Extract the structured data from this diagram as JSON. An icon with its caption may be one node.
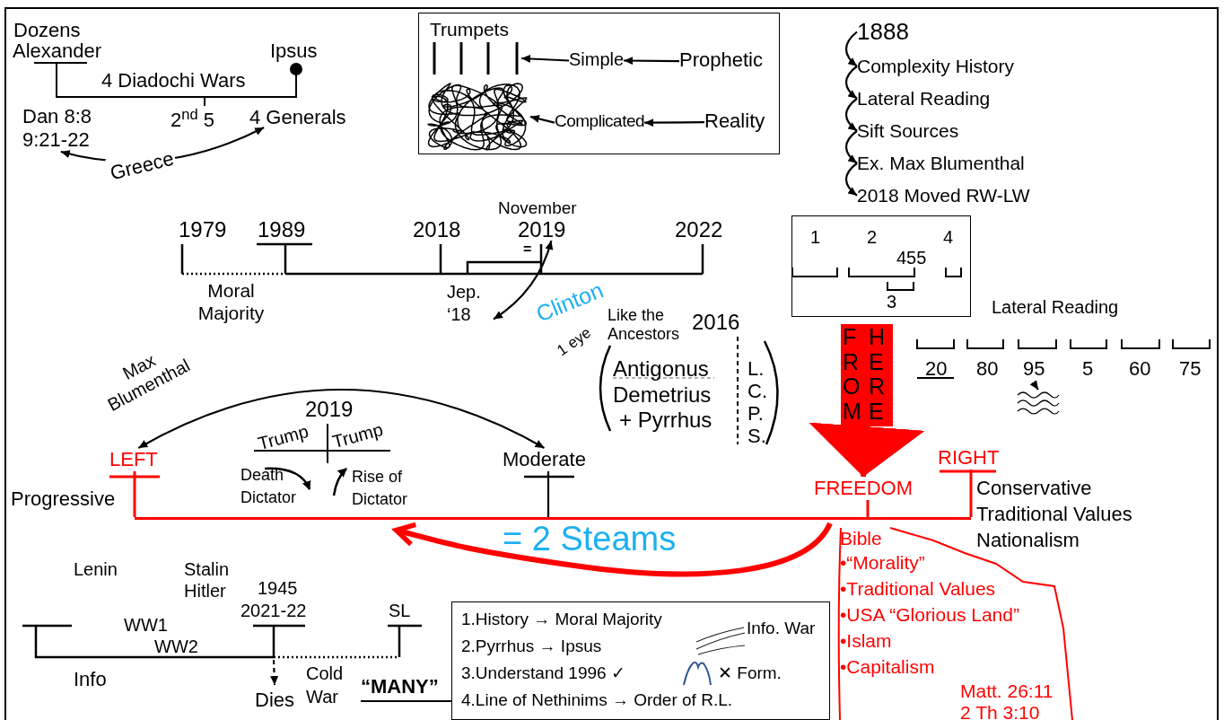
{
  "diagram": {
    "nodes": [
      {
        "text": [
          "Dan 8:8 9:21-22"
        ]
      },
      {
        "text": [
          "4 Generals"
        ]
      },
      {
        "text": [
          "Trumpets"
        ]
      },
      {
        "text": [
          "Simple"
        ],
        "in": 2
      },
      {
        "text": [
          "Prophetic"
        ],
        "in": 2
      },
      {
        "text": [
          "Complicated"
        ],
        "in": 2
      },
      {
        "text": [
          "Reality"
        ],
        "in": 2
      },
      {
        "text": [],
        "shape": "bar",
        "in": 2
      },
      {
        "text": [],
        "shape": "picture",
        "in": 2
      },
      {
        "text": [
          "1888"
        ]
      },
      {
        "text": [
          "Complexity History"
        ]
      },
      {
        "text": [
          "Lateral Reading"
        ]
      },
      {
        "text": [
          "Sift Sources"
        ]
      },
      {
        "text": [
          "Ex. Max Blumenthal"
        ]
      },
      {
        "text": [
          "2018 Moved RW-LW"
        ]
      },
      {
        "text": [
          "Jep. ‘18"
        ]
      },
      {
        "text": [
          "2019"
        ]
      },
      {
        "text": [
          "LEFT"
        ]
      },
      {
        "text": [
          "Moderate"
        ]
      },
      {
        "text": [
          "FROM",
          "HERE"
        ]
      },
      {
        "text": [
          "FREEDOM"
        ]
      },
      {
        "text": [
          "“MANY”"
        ]
      },
      {
        "text": [
          "1.History → Moral Majority",
          "Info. War",
          "2.Pyrrhus → Ipsus",
          "3.Understand 1996 ✓",
          "✕ Form.",
          "4.Line of Nethinims → Order of R.L."
        ]
      },
      {
        "text": [
          "Bible",
          "•“Morality”",
          "•Traditional Values",
          "•USA “Glorious Land”",
          "•Islam",
          "•Capitalism",
          "Matt. 26:11 2 Th 3:10"
        ]
      },
      {
        "text": [
          "Dies"
        ]
      },
      {
        "text": [
          "95"
        ]
      },
      {
        "text": [],
        "shape": "picture"
      },
      {
        "text": [
          "1",
          "2",
          "455",
          "4",
          "3"
        ]
      },
      {
        "text": [],
        "shape": "bar"
      },
      {
        "text": [
          "RIGHT"
        ]
      }
    ],
    "edges": [
      {
        "from": 0,
        "to": 1,
        "arrow": "both",
        "label": "Greece"
      },
      {
        "from": 4,
        "to": 3,
        "arrow": "to"
      },
      {
        "from": 3,
        "to": 7,
        "arrow": "to"
      },
      {
        "from": 6,
        "to": 5,
        "arrow": "to"
      },
      {
        "from": 5,
        "to": 8,
        "arrow": "to"
      },
      {
        "from": 9,
        "to": 10,
        "arrow": "to"
      },
      {
        "from": 10,
        "to": 11,
        "arrow": "to"
      },
      {
        "from": 11,
        "to": 12,
        "arrow": "to"
      },
      {
        "from": 12,
        "to": 13,
        "arrow": "to"
      },
      {
        "from": 13,
        "to": 14,
        "arrow": "to"
      },
      {
        "from": 15,
        "to": 16,
        "arrow": "both"
      },
      {
        "from": 17,
        "to": 18,
        "arrow": "both",
        "label": "Max Blumenthal"
      },
      {
        "from": 19,
        "to": 20,
        "arrow": "to",
        "style": "thick",
        "color": "#ff0000"
      },
      {
        "from": 21,
        "to": 22,
        "arrow": "none"
      },
      {
        "from": null,
        "to": 24,
        "arrow": "to",
        "style": "dashed"
      },
      {
        "from": 25,
        "to": 26,
        "arrow": "to"
      },
      {
        "from": 17,
        "to": 28,
        "arrow": "none",
        "color": "#ff0000"
      },
      {
        "from": 18,
        "to": 28,
        "arrow": "none"
      },
      {
        "from": 20,
        "to": 28,
        "arrow": "none",
        "color": "#ff0000"
      },
      {
        "from": 29,
        "to": 28,
        "arrow": "none",
        "color": "#ff0000"
      }
    ],
    "labels": [
      "Dozens",
      "Alexander",
      "Ipsus",
      "4 Diadochi Wars",
      "2$^{nd}$ 5",
      "1979",
      "1989",
      "2018",
      "November",
      "2022",
      "=",
      "Moral Majority",
      "Clinton",
      "1 eye",
      "Like the Ancestors",
      "2016",
      "Antigonus",
      "Demetrius",
      "+ Pyrrhus",
      "L.",
      "C.",
      "P.",
      "S.",
      "Lateral Reading",
      "20",
      "80",
      "5",
      "60",
      "75",
      "2019",
      "Trump",
      "Trump",
      "Progressive",
      "Death Dictator",
      "Rise of Dictator",
      "Conservative",
      "Traditional Values",
      "Nationalism",
      "= 2 Steams",
      "Lenin",
      "Stalin",
      "Hitler",
      "1945",
      "2021-22",
      "SL",
      "WW1",
      "WW2",
      "Info",
      "Cold War"
    ]
  }
}
